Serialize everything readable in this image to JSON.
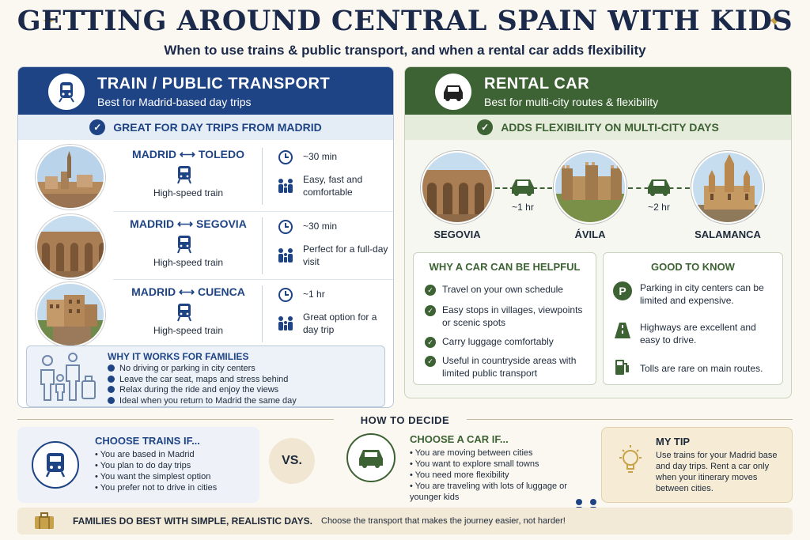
{
  "title": "GETTING AROUND CENTRAL SPAIN WITH KIDS",
  "subtitle": "When to use trains & public transport, and when a rental car adds flexibility",
  "left": {
    "heading": "TRAIN / PUBLIC TRANSPORT",
    "sub": "Best for Madrid-based day trips",
    "band": "GREAT FOR DAY TRIPS FROM MADRID",
    "routes": [
      {
        "name": "MADRID ⟷ TOLEDO",
        "mode": "High-speed train",
        "duration": "~30 min",
        "note": "Easy, fast and comfortable"
      },
      {
        "name": "MADRID ⟷ SEGOVIA",
        "mode": "High-speed train",
        "duration": "~30 min",
        "note": "Perfect for a full-day visit"
      },
      {
        "name": "MADRID ⟷ CUENCA",
        "mode": "High-speed train",
        "duration": "~1 hr",
        "note": "Great option for a day trip"
      }
    ],
    "why_title": "WHY IT WORKS FOR FAMILIES",
    "why_items": [
      "No driving or parking in city centers",
      "Leave the car seat, maps and stress behind",
      "Relax during the ride and enjoy the views",
      "Ideal when you return to Madrid the same day"
    ]
  },
  "right": {
    "heading": "RENTAL CAR",
    "sub": "Best for multi-city routes & flexibility",
    "band": "ADDS FLEXIBILITY ON MULTI-CITY DAYS",
    "cities": [
      "SEGOVIA",
      "ÁVILA",
      "SALAMANCA"
    ],
    "legs": [
      "~1 hr",
      "~2 hr"
    ],
    "helpful_title": "WHY A CAR CAN BE HELPFUL",
    "helpful_items": [
      "Travel on your own schedule",
      "Easy stops in villages, viewpoints or scenic spots",
      "Carry luggage comfortably",
      "Useful in countryside areas with limited public transport"
    ],
    "know_title": "GOOD TO KNOW",
    "know_items": [
      "Parking in city centers can be limited and expensive.",
      "Highways are excellent and easy to drive.",
      "Tolls are rare on main routes."
    ],
    "parking_letter": "P"
  },
  "decide": {
    "label": "HOW TO DECIDE",
    "trains_title": "CHOOSE TRAINS IF...",
    "trains_items": [
      "You are based in Madrid",
      "You plan to do day trips",
      "You want the simplest option",
      "You prefer not to drive in cities"
    ],
    "vs": "VS.",
    "car_title": "CHOOSE A CAR IF...",
    "car_items": [
      "You are moving between cities",
      "You want to explore small towns",
      "You need more flexibility",
      "You are traveling with lots of luggage or younger kids"
    ],
    "tip_title": "MY TIP",
    "tip_text": "Use trains for your Madrid base and day trips. Rent a car only when your itinerary moves between cities."
  },
  "footer": {
    "bold": "FAMILIES DO BEST WITH SIMPLE, REALISTIC DAYS.",
    "text": "Choose the transport that makes the journey easier, not harder!"
  },
  "colors": {
    "navy": "#1f4486",
    "green": "#3d6233",
    "gold": "#c8a24a"
  }
}
